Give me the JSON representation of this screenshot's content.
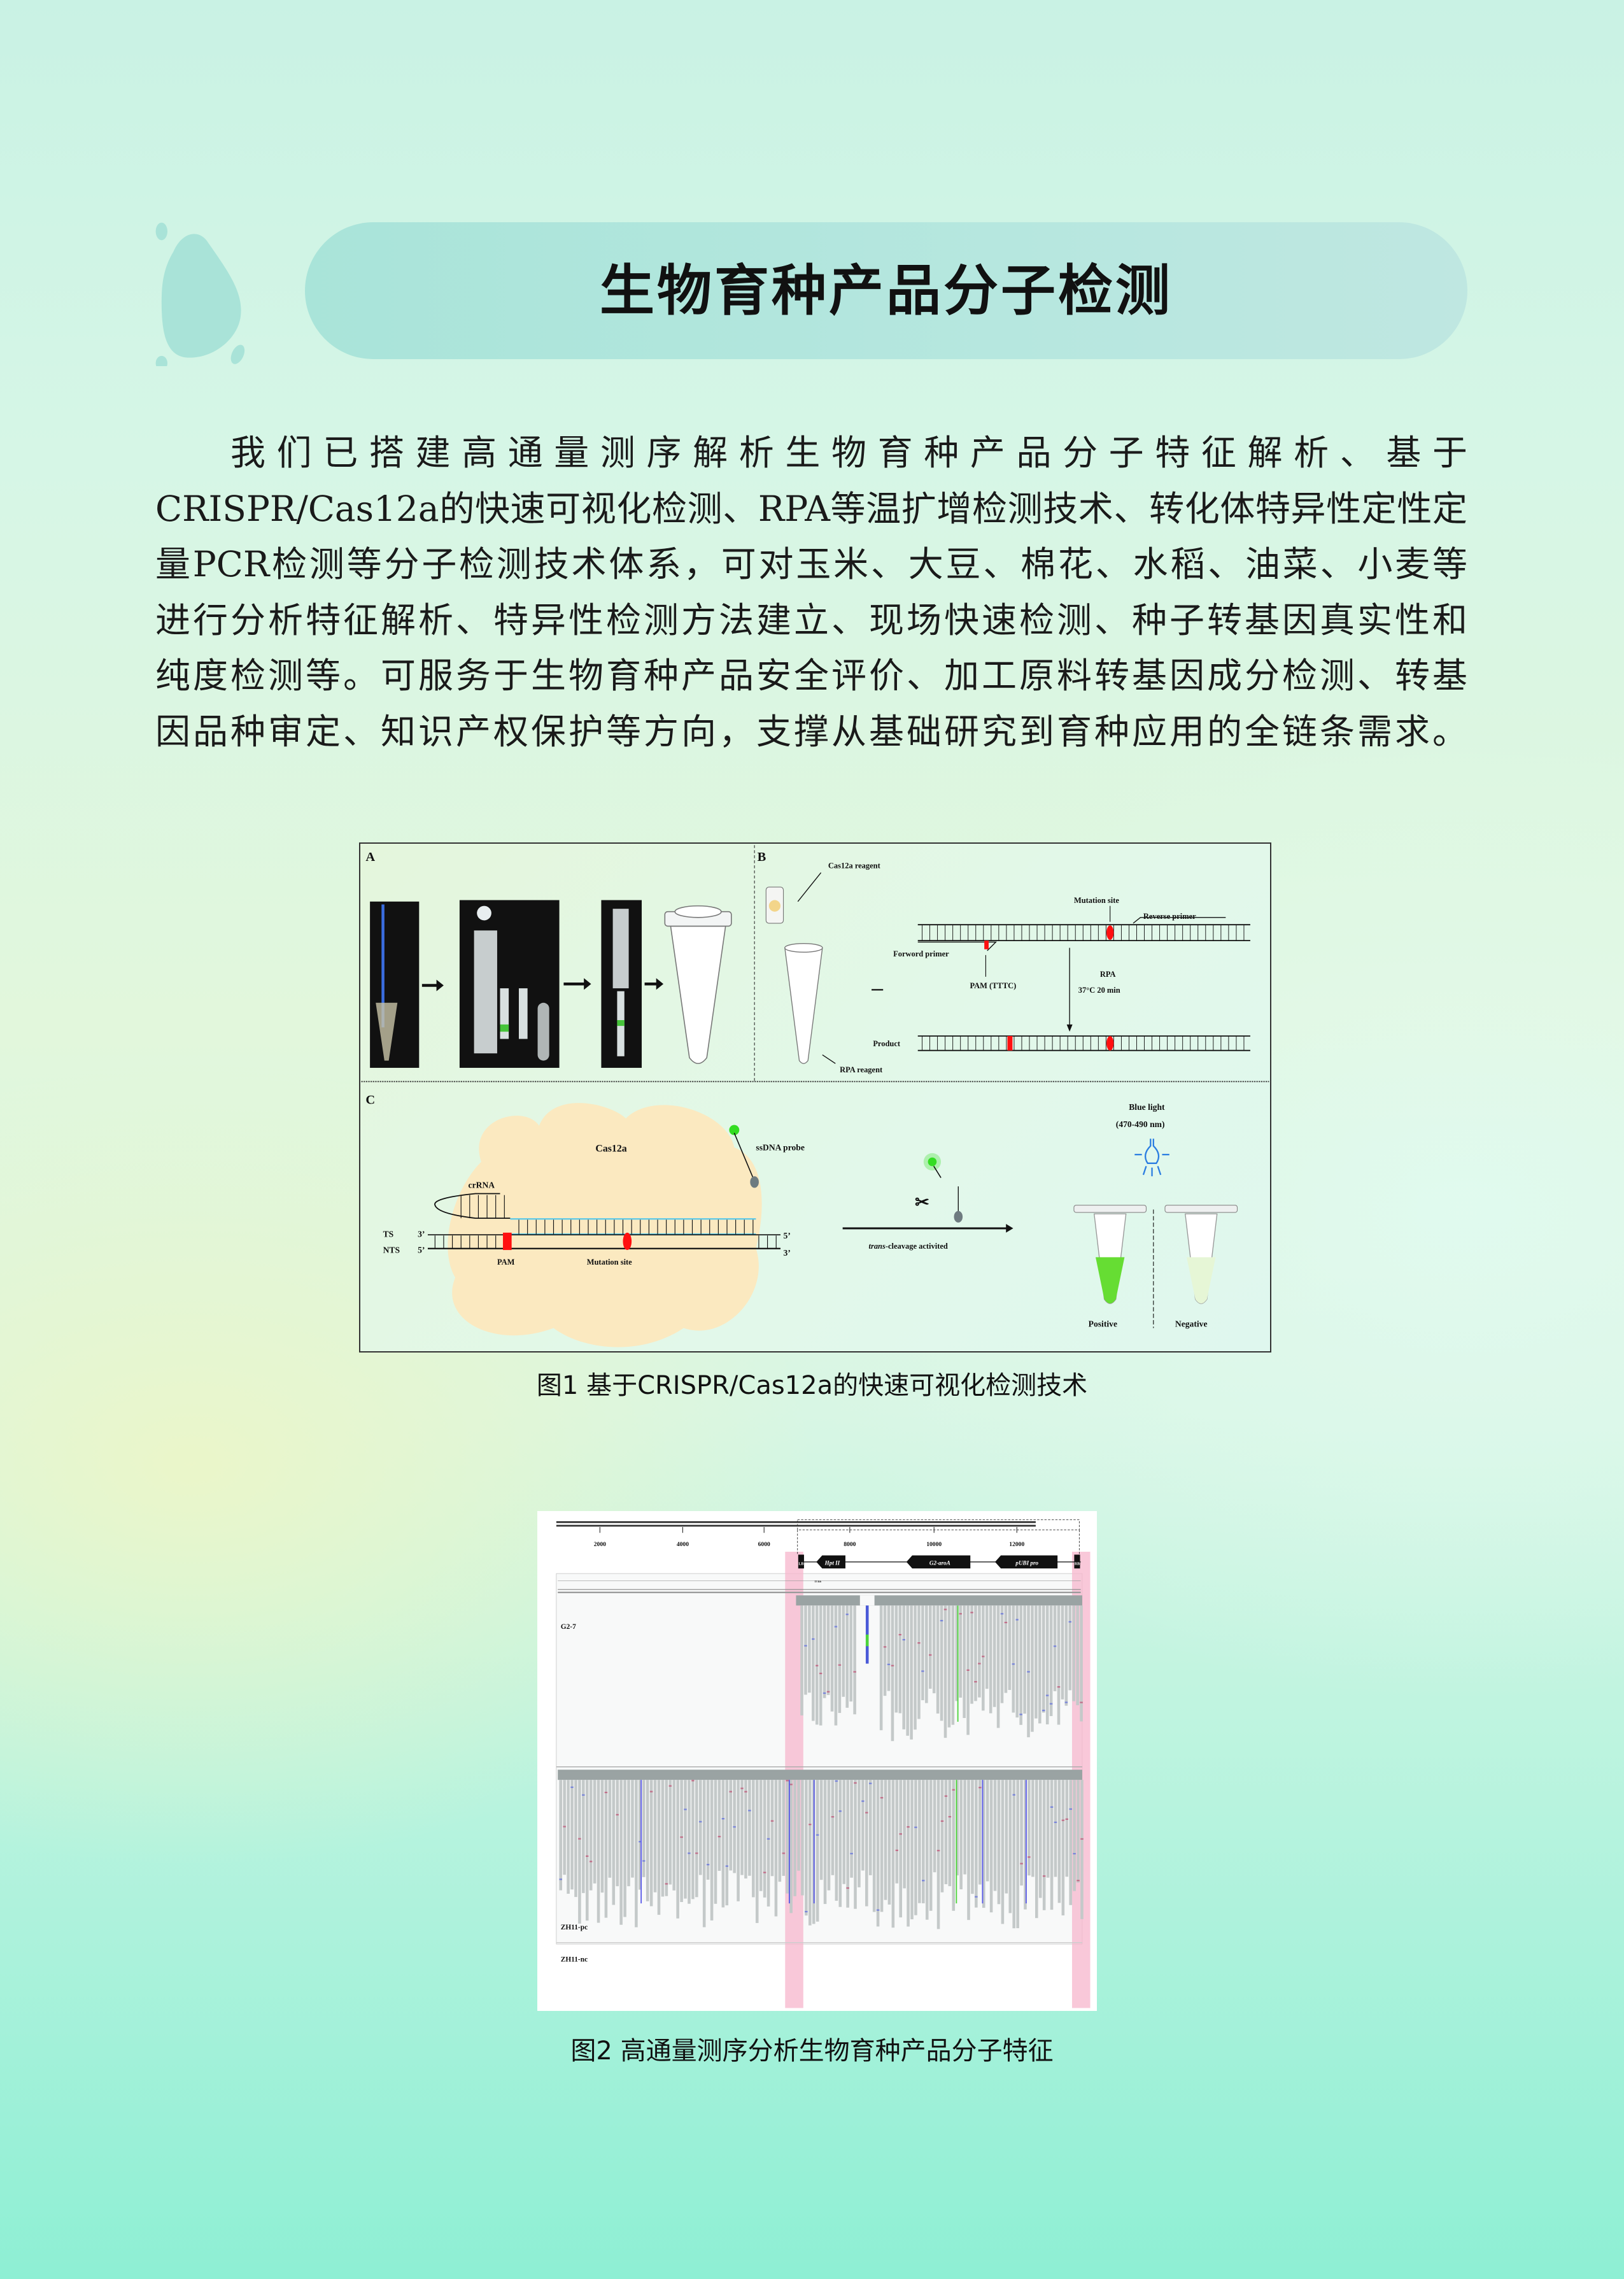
{
  "title": "生物育种产品分子检测",
  "body_lines": [
    "我们已搭建高通量测序解析生物育种产品分子特征解析、基于",
    "CRISPR/Cas12a的快速可视化检测、RPA等温扩增检测技术、转化体特异性定性定",
    "量PCR检测等分子检测技术体系，可对玉米、大豆、棉花、水稻、油菜、小麦等",
    "进行分析特征解析、特异性检测方法建立、现场快速检测、种子转基因真实性和",
    "纯度检测等。可服务于生物育种产品安全评价、加工原料转基因成分检测、转基",
    "因品种审定、知识产权保护等方向，支撑从基础研究到育种应用的全链条需求。"
  ],
  "figure1": {
    "caption": "图1  基于CRISPR/Cas12a的快速可视化检测技术",
    "panel_a": {
      "label": "A"
    },
    "panel_b": {
      "label": "B",
      "cas12a_reagent": "Cas12a reagent",
      "mutation_site": "Mutation site",
      "reverse_primer": "Reverse primer",
      "forward_primer": "Forword primer",
      "pam": "PAM (TTTC)",
      "rpa": "RPA",
      "rpa_conditions": "37°C 20 min",
      "product": "Product",
      "rpa_reagent": "RPA reagent"
    },
    "panel_c": {
      "label": "C",
      "cas12a": "Cas12a",
      "ssdna_probe": "ssDNA probe",
      "crrna": "crRNA",
      "ts": "TS",
      "nts": "NTS",
      "three_prime": "3’",
      "five_prime": "5’",
      "pam": "PAM",
      "mutation_site": "Mutation site",
      "trans_italic": "trans",
      "trans_rest": "-cleavage activited",
      "blue_light": "Blue light",
      "wavelength": "(470-490 nm)",
      "positive": "Positive",
      "negative": "Negative"
    },
    "colors": {
      "dna_red": "#ff1010",
      "crrna_blue": "#5bc8e8",
      "probe_green": "#33dd22",
      "cas12a_bg": "#fbe9c0",
      "light_blue": "#2a7de1"
    }
  },
  "figure2": {
    "caption": "图2  高通量测序分析生物育种产品分子特征",
    "ticks": [
      "2000",
      "4000",
      "6000",
      "8000",
      "10000",
      "12000"
    ],
    "genes": {
      "lb": "LB",
      "hpt": "Hpt II",
      "aroa": "G2-aroA",
      "pubi": "pUBI pro",
      "rb": "RB"
    },
    "scale": "13 kb",
    "tracks": [
      "G2-7",
      "ZH11-pc",
      "ZH11-nc"
    ],
    "colors": {
      "highlight": "#f7b6cc",
      "read": "#c4c9c9",
      "coverage": "#9aa3a3"
    }
  }
}
